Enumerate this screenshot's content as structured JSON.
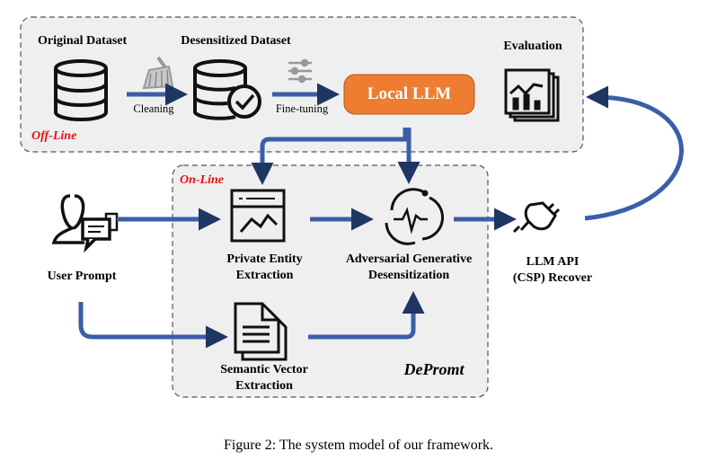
{
  "offline": {
    "label": "Off-Line",
    "original_dataset": "Original Dataset",
    "desensitized_dataset": "Desensitized Dataset",
    "cleaning": "Cleaning",
    "fine_tuning": "Fine-tuning",
    "local_llm": "Local  LLM",
    "evaluation": "Evaluation"
  },
  "online": {
    "label": "On-Line",
    "private_entity_1": "Private Entity",
    "private_entity_2": "Extraction",
    "adversarial_1": "Adversarial Generative",
    "adversarial_2": "Desensitization",
    "semantic_1": "Semantic Vector",
    "semantic_2": "Extraction",
    "framework": "DePromt"
  },
  "user_prompt": "User Prompt",
  "llm_api_1": "LLM API",
  "llm_api_2": "(CSP) Recover",
  "caption": "Figure 2: The system model of our framework.",
  "colors": {
    "arrow_fill": "#3a5ea8",
    "arrow_edge": "#1f3564",
    "llm_orange": "#ee7d31",
    "panel_bg": "#efefef",
    "off_line_red": "#e8101a"
  }
}
